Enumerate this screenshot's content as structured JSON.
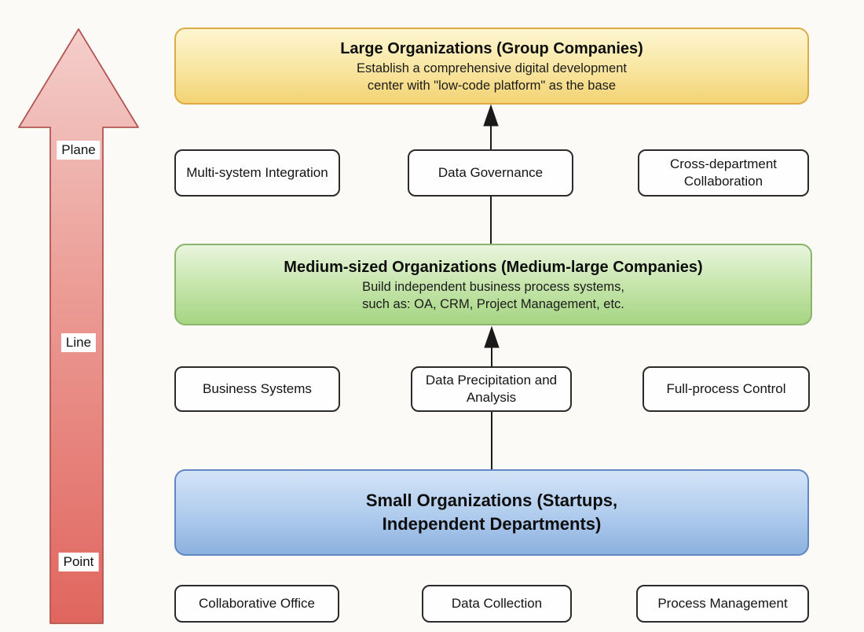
{
  "diagram": {
    "axis": {
      "labels": [
        "Plane",
        "Line",
        "Point"
      ]
    },
    "levels": [
      {
        "id": "large-organizations",
        "title": "Large Organizations (Group Companies)",
        "subtitle1": "Establish a comprehensive digital development",
        "subtitle2": "center with \"low-code platform\" as the base",
        "fill_top": "#fdf5d2",
        "fill_bottom": "#f3d375",
        "border": "#dcab45"
      },
      {
        "id": "medium-organizations",
        "title": "Medium-sized Organizations (Medium-large Companies)",
        "subtitle1": "Build independent business process systems,",
        "subtitle2": "such as: OA, CRM, Project Management, etc.",
        "fill_top": "#e9f5de",
        "fill_bottom": "#a6d583",
        "border": "#8ab46a"
      },
      {
        "id": "small-organizations",
        "title1": "Small Organizations (Startups,",
        "title2": "Independent Departments)",
        "fill_top": "#d3e4f7",
        "fill_bottom": "#8cb1df",
        "border": "#6187c4"
      }
    ],
    "features": {
      "row1": [
        "Multi-system Integration",
        "Data Governance",
        "Cross-department Collaboration"
      ],
      "row2": [
        "Business Systems",
        "Data Precipitation and Analysis",
        "Full-process Control"
      ],
      "row3": [
        "Collaborative Office",
        "Data Collection",
        "Process Management"
      ]
    },
    "arrow": {
      "color_top": "#f3cbc8",
      "color_bottom": "#e0665f",
      "border": "#b25552"
    },
    "connector_color": "#1a1a1a"
  }
}
